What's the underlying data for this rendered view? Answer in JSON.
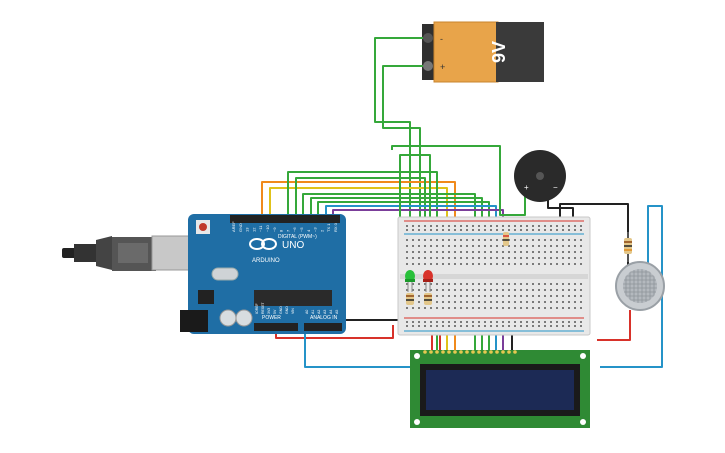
{
  "battery": {
    "label": "9V",
    "minus": "-",
    "plus": "+"
  },
  "arduino": {
    "model": "UNO",
    "brand": "ARDUINO",
    "digital_header": "DIGITAL (PWM~)",
    "analog_header": "ANALOG IN",
    "power_header": "POWER",
    "pin_labels": [
      "AREF",
      "GND",
      "13",
      "12",
      "~11",
      "~10",
      "~9",
      "8",
      "7",
      "~6",
      "~5",
      "4",
      "~3",
      "2",
      "TX 1",
      "RX 0"
    ],
    "power_pins": [
      "IOREF",
      "RESET",
      "3V3",
      "5V",
      "GND",
      "GND",
      "VIN"
    ],
    "analog_pins": [
      "A0",
      "A1",
      "A2",
      "A3",
      "A4",
      "A5"
    ]
  },
  "buzzer": {
    "plus": "+",
    "minus": "−"
  },
  "colors": {
    "wire_green": "#35a83a",
    "wire_orange": "#f08a1c",
    "wire_yellow": "#e0c21a",
    "wire_red": "#d8322a",
    "wire_blue": "#2593c8",
    "wire_purple": "#7b3e9a",
    "wire_black": "#222222",
    "board_blue": "#1f6ea5",
    "lcd_green": "#2f8a34",
    "lcd_screen": "#1c2a55",
    "battery_body": "#e8a44a",
    "battery_cap": "#3a3a3a"
  }
}
